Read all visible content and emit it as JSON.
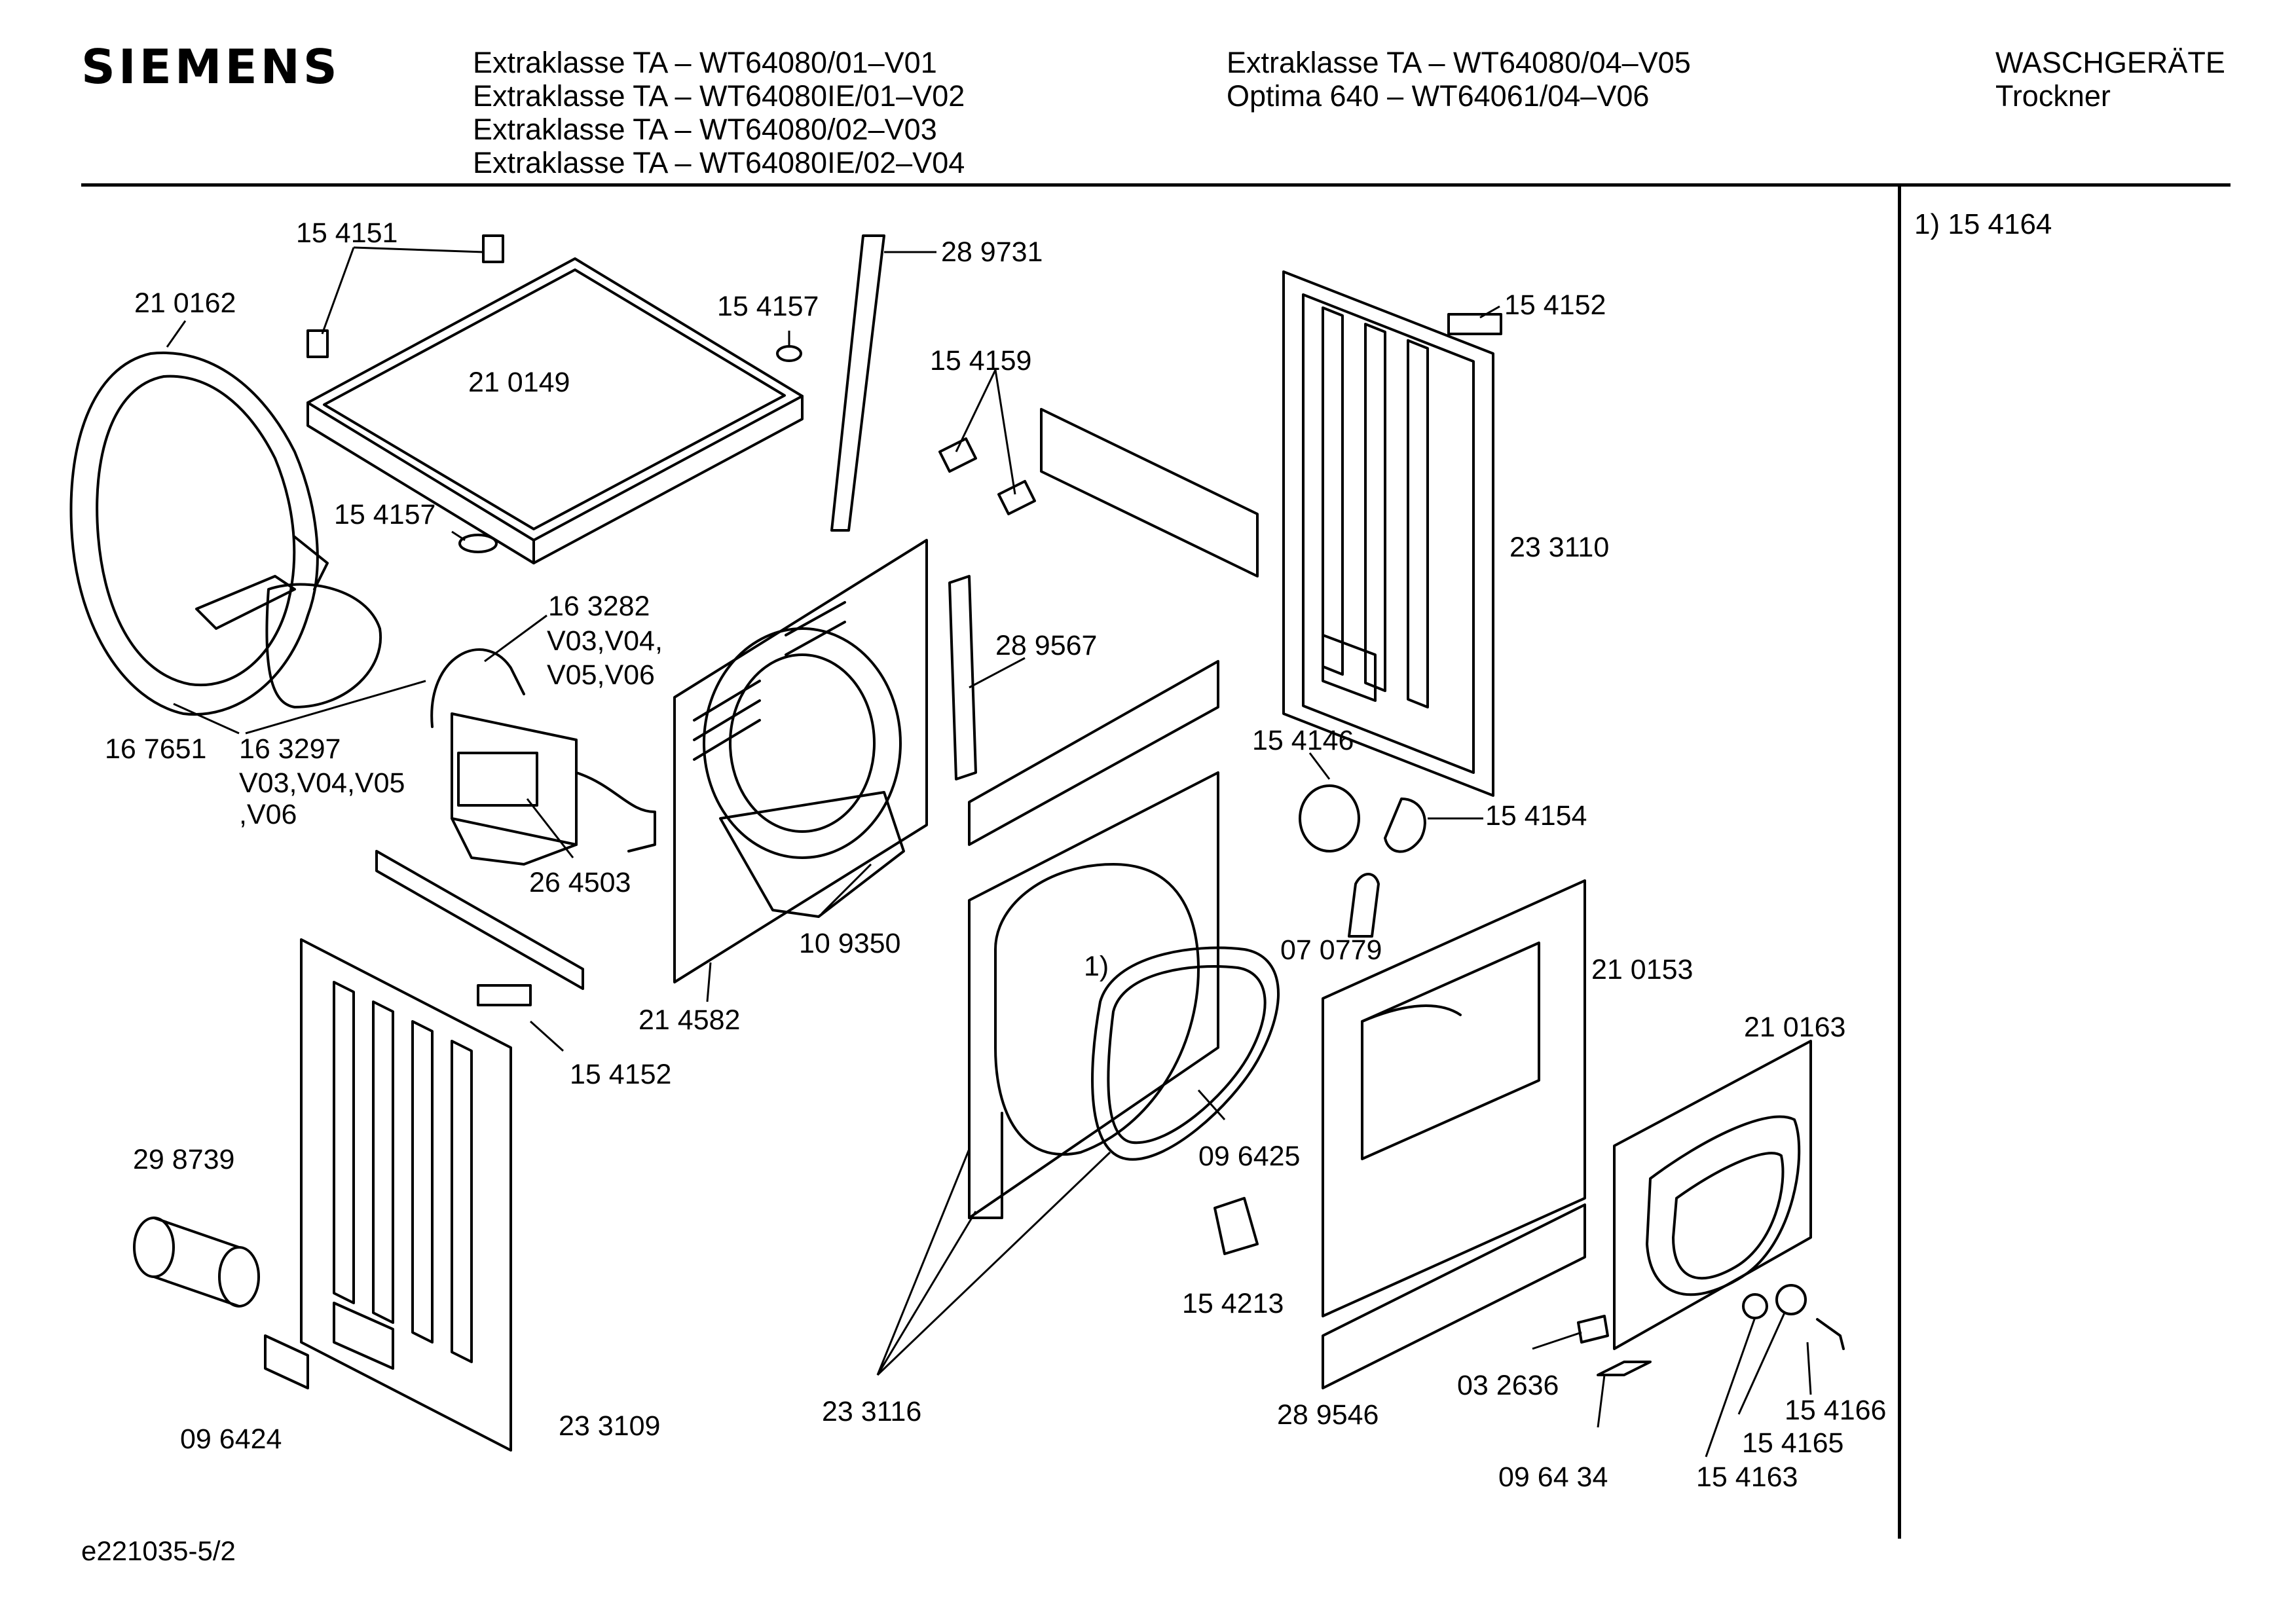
{
  "brand": "SIEMENS",
  "models_col1": [
    "Extraklasse TA – WT64080/01–V01",
    "Extraklasse TA – WT64080IE/01–V02",
    "Extraklasse TA – WT64080/02–V03",
    "Extraklasse TA – WT64080IE/02–V04"
  ],
  "models_col2": [
    "Extraklasse TA – WT64080/04–V05",
    "Optima 640 – WT64061/04–V06"
  ],
  "category": [
    "WASCHGERÄTE",
    "Trockner"
  ],
  "side_note": "1) 15 4164",
  "drawing_id": "e221035-5/2",
  "diagram": {
    "parts": [
      {
        "id": "p1",
        "text": "15 4151"
      },
      {
        "id": "p2",
        "text": "21 0162"
      },
      {
        "id": "p3",
        "text": "21 0149"
      },
      {
        "id": "p4",
        "text": "15 4157"
      },
      {
        "id": "p5",
        "text": "28 9731"
      },
      {
        "id": "p6",
        "text": "15 4157"
      },
      {
        "id": "p7",
        "text": "15 4159"
      },
      {
        "id": "p8",
        "text": "15 4152"
      },
      {
        "id": "p9",
        "text": "23 3110"
      },
      {
        "id": "p10",
        "text": "16 3282"
      },
      {
        "id": "p11",
        "text": "V03,V04,"
      },
      {
        "id": "p12",
        "text": "V05,V06"
      },
      {
        "id": "p13",
        "text": "28 9567"
      },
      {
        "id": "p14",
        "text": "16 7651"
      },
      {
        "id": "p15",
        "text": "16 3297"
      },
      {
        "id": "p16",
        "text": "V03,V04,V05"
      },
      {
        "id": "p17",
        "text": ",V06"
      },
      {
        "id": "p18",
        "text": "15 4146"
      },
      {
        "id": "p19",
        "text": "15 4154"
      },
      {
        "id": "p20",
        "text": "26 4503"
      },
      {
        "id": "p21",
        "text": "10 9350"
      },
      {
        "id": "p22",
        "text": "07 0779"
      },
      {
        "id": "p23",
        "text": "21 0153"
      },
      {
        "id": "p24",
        "text": "1)"
      },
      {
        "id": "p25",
        "text": "21 4582"
      },
      {
        "id": "p26",
        "text": "21 0163"
      },
      {
        "id": "p27",
        "text": "15 4152"
      },
      {
        "id": "p28",
        "text": "29 8739"
      },
      {
        "id": "p29",
        "text": "09 6425"
      },
      {
        "id": "p30",
        "text": "15 4213"
      },
      {
        "id": "p31",
        "text": "23 3116"
      },
      {
        "id": "p32",
        "text": "03 2636"
      },
      {
        "id": "p33",
        "text": "15 4166"
      },
      {
        "id": "p34",
        "text": "28 9546"
      },
      {
        "id": "p35",
        "text": "15 4165"
      },
      {
        "id": "p36",
        "text": "09 6424"
      },
      {
        "id": "p37",
        "text": "23 3109"
      },
      {
        "id": "p38",
        "text": "09 64 34"
      },
      {
        "id": "p39",
        "text": "15 4163"
      }
    ]
  }
}
